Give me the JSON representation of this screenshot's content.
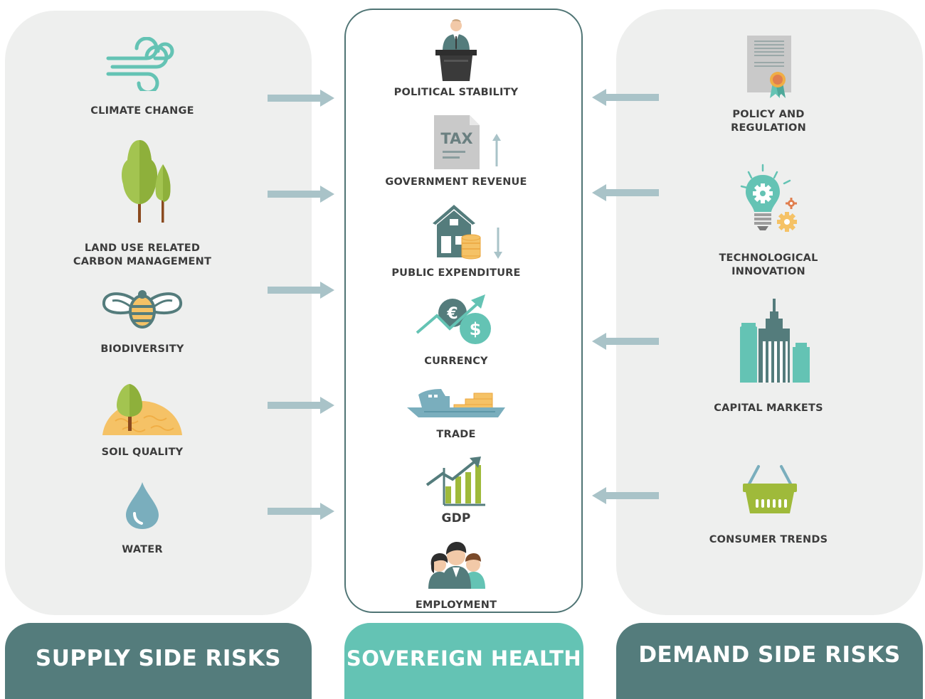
{
  "supply": {
    "items": [
      {
        "label": "CLIMATE CHANGE",
        "icon": "wind-icon"
      },
      {
        "label": "LAND USE RELATED\nCARBON MANAGEMENT",
        "icon": "trees-icon"
      },
      {
        "label": "BIODIVERSITY",
        "icon": "bee-icon"
      },
      {
        "label": "SOIL QUALITY",
        "icon": "soil-tree-icon"
      },
      {
        "label": "WATER",
        "icon": "water-drop-icon"
      }
    ],
    "footer": "SUPPLY SIDE RISKS"
  },
  "sovereign": {
    "items": [
      {
        "label": "POLITICAL STABILITY",
        "icon": "politician-podium-icon"
      },
      {
        "label": "GOVERNMENT REVENUE",
        "icon": "tax-document-icon"
      },
      {
        "label": "PUBLIC EXPENDITURE",
        "icon": "house-coins-icon"
      },
      {
        "label": "CURRENCY",
        "icon": "currency-exchange-icon"
      },
      {
        "label": "TRADE",
        "icon": "cargo-ship-icon"
      },
      {
        "label": "GDP",
        "icon": "growth-chart-icon"
      },
      {
        "label": "EMPLOYMENT",
        "icon": "people-group-icon"
      }
    ],
    "tax_text": "TAX",
    "euro": "€",
    "dollar": "$",
    "footer": "SOVEREIGN HEALTH"
  },
  "demand": {
    "items": [
      {
        "label": "POLICY AND\nREGULATION",
        "icon": "certificate-icon"
      },
      {
        "label": "TECHNOLOGICAL\nINNOVATION",
        "icon": "lightbulb-gears-icon"
      },
      {
        "label": "CAPITAL MARKETS",
        "icon": "skyscrapers-icon"
      },
      {
        "label": "CONSUMER TRENDS",
        "icon": "shopping-basket-icon"
      }
    ],
    "footer": "DEMAND SIDE RISKS"
  },
  "colors": {
    "teal": "#64c3b4",
    "dark_teal": "#547c7c",
    "panel": "#eeefee",
    "arrow": "#a9c3c8",
    "green": "#9fba3a",
    "orange": "#f5c266"
  }
}
